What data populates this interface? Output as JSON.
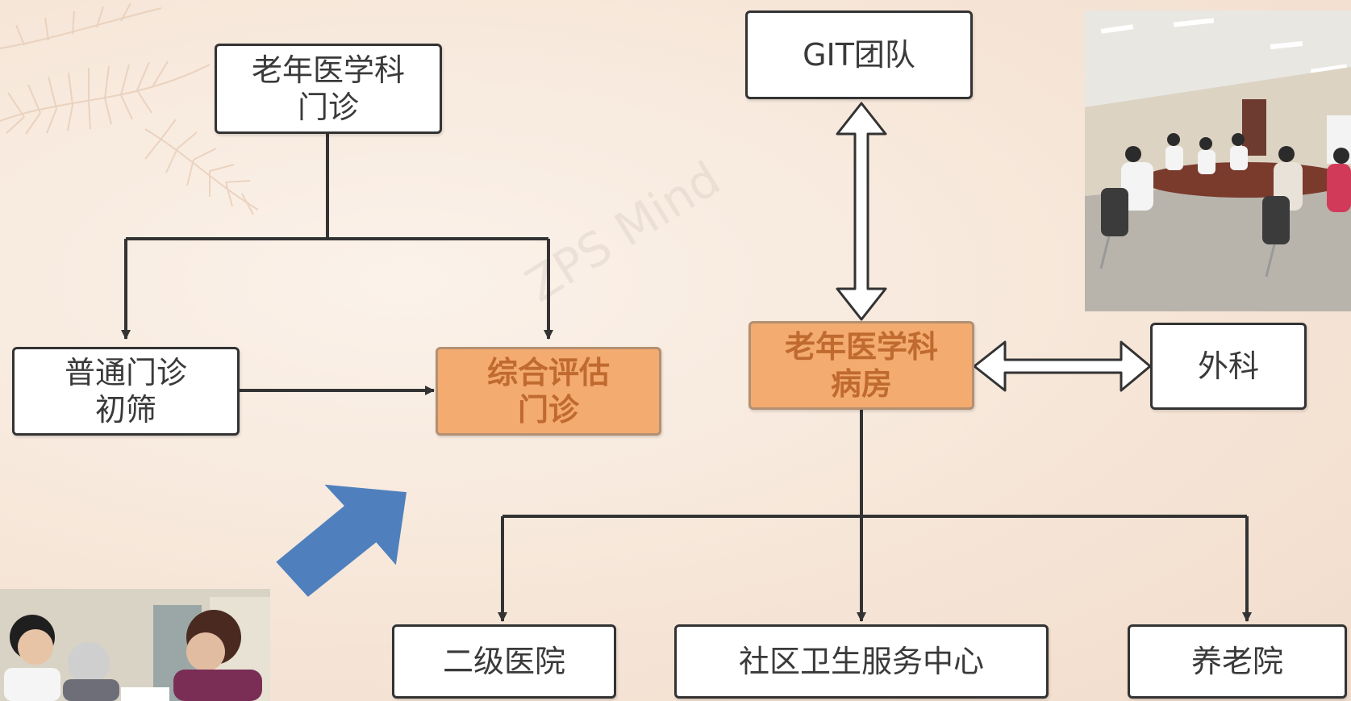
{
  "boxes": {
    "geriatric_outpatient": "老年医学科\n门诊",
    "general_outpatient": "普通门诊\n初筛",
    "cga_outpatient": "综合评估\n门诊",
    "git_team": "GIT团队",
    "geriatric_ward": "老年医学科\n病房",
    "surgery": "外科",
    "secondary_hospital": "二级医院",
    "community_center": "社区卫生服务中心",
    "nursing_home": "养老院"
  },
  "colors": {
    "highlight_fill": "#f3ab6f",
    "highlight_text": "#c06a30",
    "box_border": "#333333",
    "arrow_blue": "#4f80bd",
    "line": "#333333"
  },
  "photos": {
    "meeting": "meeting-room-photo",
    "consultation": "consultation-photo"
  }
}
